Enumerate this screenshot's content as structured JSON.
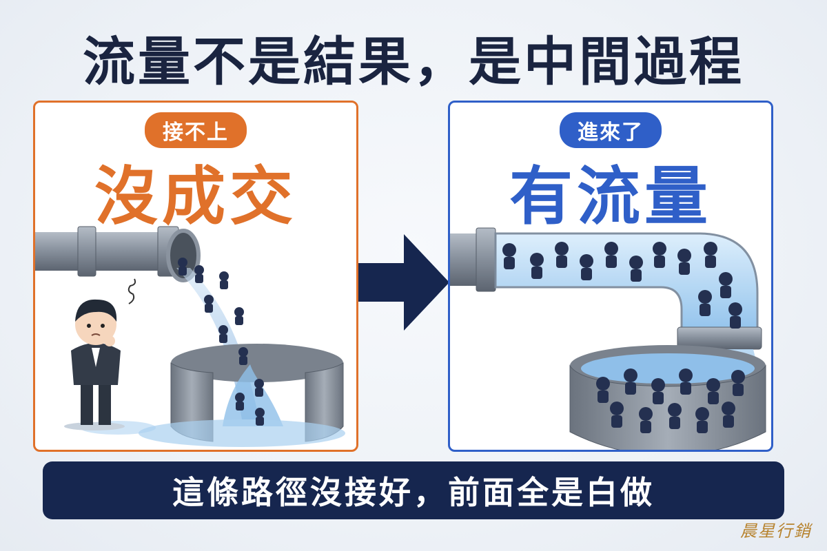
{
  "title": "流量不是結果，是中間過程",
  "left_panel": {
    "pill": "接不上",
    "headline": "沒成交"
  },
  "right_panel": {
    "pill": "進來了",
    "headline": "有流量"
  },
  "banner": "這條路徑沒接好，前面全是白做",
  "signature": "晨星行銷",
  "colors": {
    "orange": "#e0712a",
    "blue": "#2f5fc8",
    "navy": "#16264f",
    "water": "#7fb3e6"
  },
  "icons": {
    "left_scene": "leaking-pipe-and-broken-tank-icon",
    "right_scene": "curved-pipe-full-of-people-icon",
    "arrow": "right-arrow-icon",
    "thinking": "confused-businessman-icon"
  }
}
